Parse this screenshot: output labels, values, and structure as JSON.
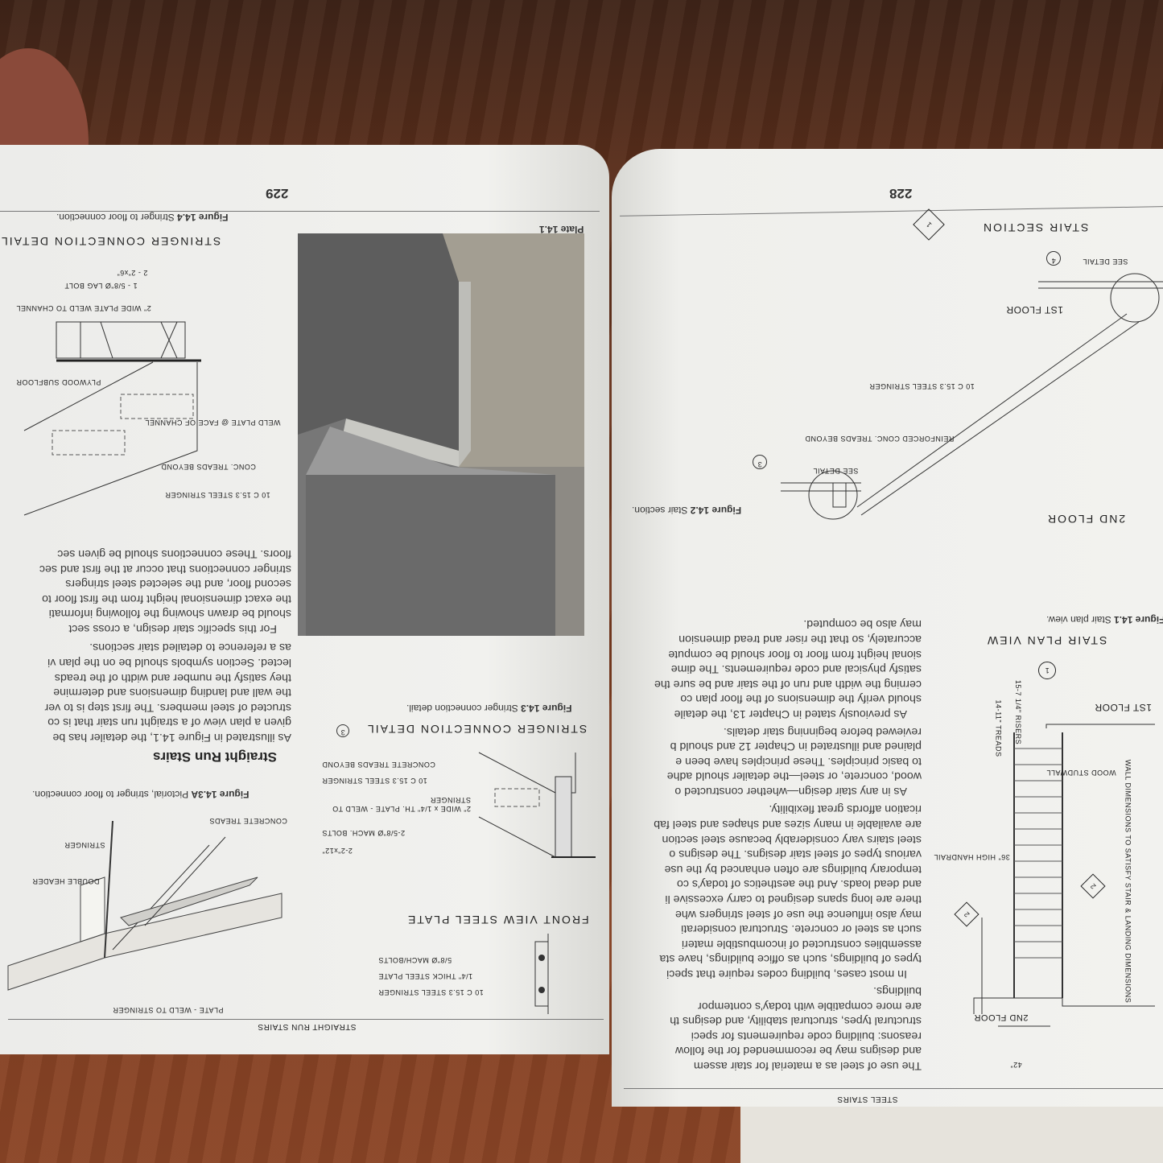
{
  "left_page": {
    "page_number": "229",
    "footer": "STRAIGHT RUN STAIRS",
    "plate_label": "Plate 14.1",
    "fig_14_4_caption_bold": "Figure 14.4",
    "fig_14_4_caption": " Stringer to floor connection.",
    "stringer_detail_title": "STRINGER CONNECTION DETAIL",
    "stringer_detail_labels": [
      "2\" WIDE PLATE WELD TO CHANNEL",
      "1 - 5/8\"Ø LAG BOLT",
      "2 - 2\"x6\"",
      "PLYWOOD SUBFLOOR",
      "WELD PLATE @ FACE OF CHANNEL",
      "CONC. TREADS BEYOND",
      "10 C 15.3 STEEL STRINGER"
    ],
    "fig_14_3_caption_bold": "Figure 14.3",
    "fig_14_3_caption": " Stringer connection detail.",
    "connection_detail_title": "STRINGER CONNECTION DETAIL",
    "connection_detail_number": "3",
    "connection_labels": [
      "2-2\"x12\"",
      "2-5/8\"Ø MACH. BOLTS",
      "2\" WIDE x 1/4\" TH. PLATE - WELD TO STRINGER",
      "10 C 15.3 STEEL STRINGER",
      "CONCRETE TREADS BEYOND"
    ],
    "front_view_title": "FRONT VIEW STEEL PLATE",
    "front_view_labels": [
      "5/8\"Ø MACH/BOLTS",
      "1/4\" THICK STEEL PLATE",
      "10 C 15.3 STEEL STRINGER"
    ],
    "fig_14_3a_caption_bold": "Figure 14.3A",
    "fig_14_3a_caption": " Pictorial, stringer to floor connection.",
    "pictorial_labels": [
      "CONCRETE TREADS",
      "STRINGER",
      "DOUBLE HEADER",
      "PLATE - WELD TO STRINGER"
    ],
    "section_heading": "Straight Run Stairs",
    "paragraph_1": [
      "As illustrated in Figure 14.1, the detailer has be",
      "given a plan view of a straight run stair that is co",
      "structed of steel members. The first step is to ver",
      "the wall and landing dimensions and determine",
      "they satisfy the number and width of the treads",
      "lected. Section symbols should be on the plan vi",
      "as a reference to detailed stair sections."
    ],
    "paragraph_2": [
      "For this specific stair design, a cross sect",
      "should be drawn showing the following informati",
      "the exact dimensional height from the first floor to",
      "second floor, and the selected steel stringers",
      "stringer connections that occur at the first and sec",
      "floors. These connections should be given sec"
    ]
  },
  "right_page": {
    "page_number": "228",
    "footer": "STEEL STAIRS",
    "stair_section_title": "STAIR SECTION",
    "stair_section_number": "1",
    "section_labels": [
      "SEE DETAIL",
      "4",
      "1ST FLOOR",
      "10 C 15.3 STEEL STRINGER",
      "REINFORCED CONC. TREADS BEYOND",
      "SEE DETAIL",
      "3",
      "2ND FLOOR"
    ],
    "fig_14_2_caption_bold": "Figure 14.2",
    "fig_14_2_caption": " Stair section.",
    "fig_14_1_caption_bold": "Figure 14.1",
    "fig_14_1_caption": " Stair plan view.",
    "plan_view_title": "STAIR PLAN VIEW",
    "plan_labels": [
      "1ST FLOOR",
      "15-7 1/4\" RISERS",
      "14-11\" TREADS",
      "WOOD STUDWALL",
      "WALL DIMENSIONS TO SATISFY STAIR & LANDING DIMENSIONS",
      "36\" HIGH HANDRAIL",
      "2ND FLOOR",
      "42\"",
      "1",
      "2"
    ],
    "paragraphs": [
      [
        "The use of steel as a material for stair assem",
        "and designs may be recommended for the follow",
        "reasons:  building  code  requirements  for  speci",
        "structural types, structural stability, and designs th",
        "are  more  compatible  with  today's  contempor",
        "buildings."
      ],
      [
        "In most cases, building codes require that speci",
        "types of buildings, such as office buildings, have sta",
        "assemblies  constructed  of  incombustible  materi",
        "such as steel or concrete. Structural considerati",
        "may also influence the use of steel stringers whe",
        "there are long spans designed to carry excessive li",
        "and dead loads.  And the aesthetics of today's co",
        "temporary buildings are often enhanced by the use",
        "various types of steel stair designs. The designs o",
        "steel stairs vary considerably because steel section",
        "are available in many sizes and shapes and steel fab",
        "rication affords great flexibility."
      ],
      [
        "As in any stair design—whether constructed o",
        "wood, concrete, or steel—the detailer should adhe",
        "to basic principles. These principles have been e",
        "plained and illustrated in Chapter 12 and should b",
        "reviewed before beginning stair details."
      ],
      [
        "As previously stated in Chapter 13, the detaile",
        "should verify the dimensions of the floor plan co",
        "cerning the width and run of the stair and be sure the",
        "satisfy physical and code requirements. The dime",
        "sional height from floor to floor should be compute",
        "accurately, so that the riser and tread dimension",
        "may also be computed."
      ]
    ]
  }
}
